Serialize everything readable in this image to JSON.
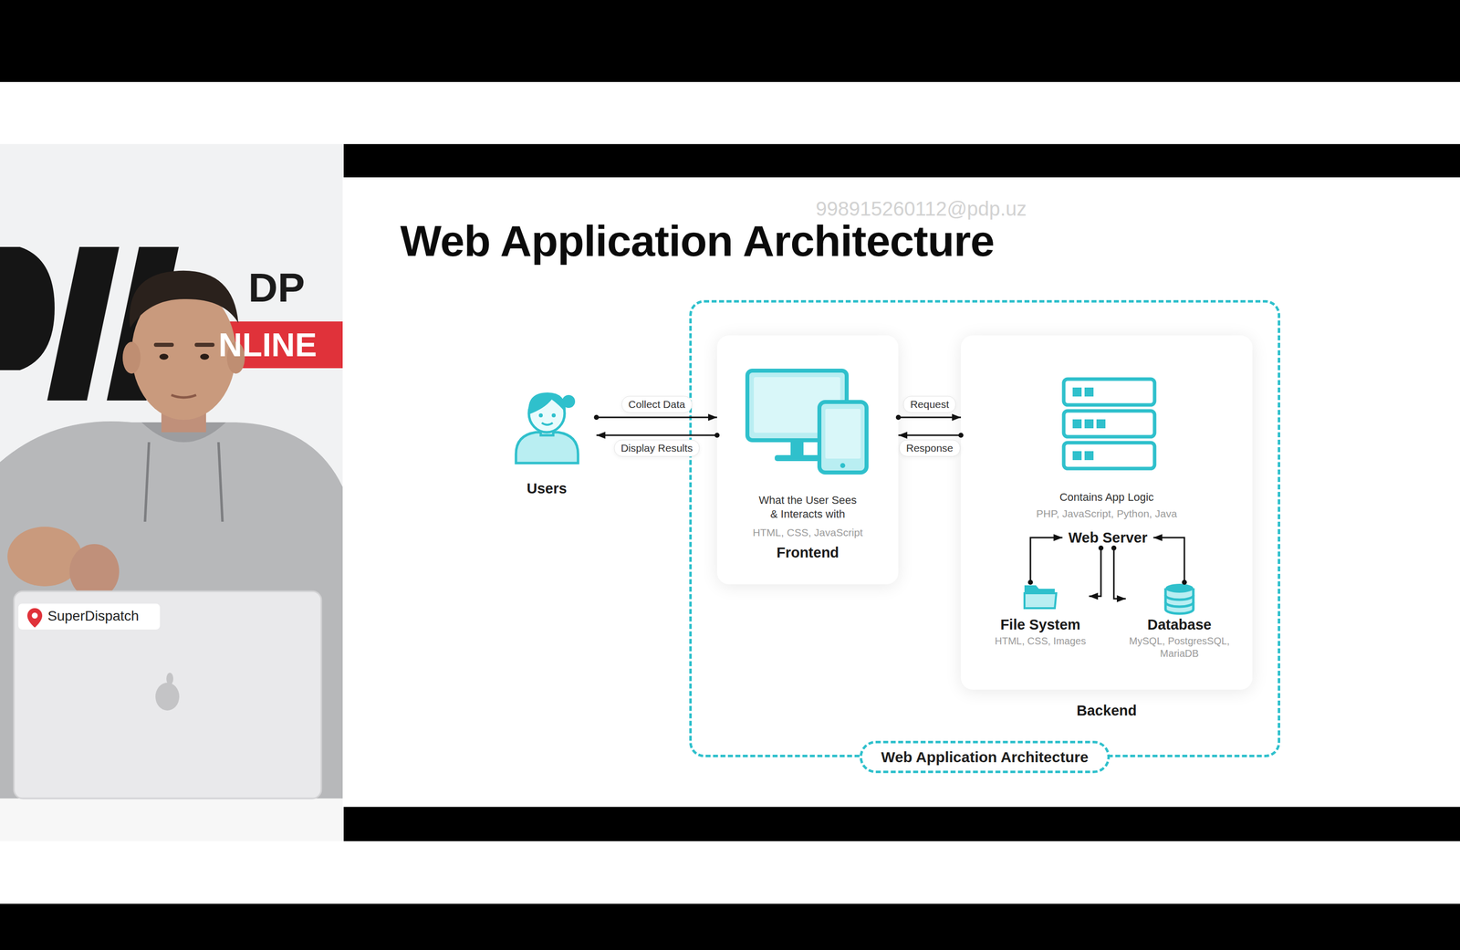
{
  "diagram": {
    "title": "Web Application Architecture",
    "nodes": [
      {
        "text": [
          "Web Application Architecture"
        ]
      },
      {
        "text": [
          "Users"
        ]
      },
      {
        "text": [
          "What the User Sees & Interacts with",
          "HTML, CSS, JavaScript",
          "Frontend"
        ],
        "in": 0
      },
      {
        "text": [
          "Contains App Logic",
          "PHP, JavaScript, Python, Java",
          "Backend"
        ],
        "in": 0
      },
      {
        "text": [
          "Web Server"
        ],
        "in": 3
      },
      {
        "text": [
          "File System",
          "HTML, CSS, Images"
        ],
        "in": 3
      },
      {
        "text": [
          "Database",
          "MySQL, PostgresSQL, MariaDB"
        ],
        "in": 3
      }
    ],
    "edges": [
      {
        "from": 1,
        "to": 2,
        "label": "Collect Data",
        "arrow": "to"
      },
      {
        "from": 2,
        "to": 1,
        "label": "Display Results",
        "arrow": "to"
      },
      {
        "from": 2,
        "to": 3,
        "label": "Request",
        "arrow": "to"
      },
      {
        "from": 3,
        "to": 2,
        "label": "Response",
        "arrow": "to"
      },
      {
        "from": 5,
        "to": 4,
        "arrow": "to"
      },
      {
        "from": 4,
        "to": 5,
        "arrow": "to"
      },
      {
        "from": 4,
        "to": 6,
        "arrow": "to"
      },
      {
        "from": 6,
        "to": 4,
        "arrow": "to"
      }
    ],
    "labels": [
      "998915260112@pdp.uz",
      "DP",
      "NLINE",
      "SuperDispatch"
    ]
  }
}
